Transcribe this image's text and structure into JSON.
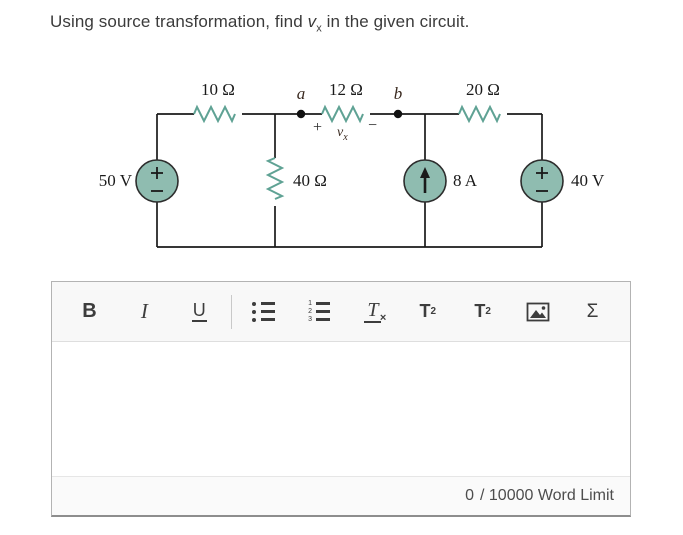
{
  "question": {
    "prefix": "Using source transformation, find ",
    "var_symbol": "v",
    "var_subscript": "x",
    "suffix": " in the given circuit."
  },
  "circuit": {
    "labels": {
      "r1": "10 Ω",
      "node_a": "a",
      "r2": "12 Ω",
      "node_b": "b",
      "r3": "20 Ω",
      "r4": "40 Ω",
      "vs_left": "50 V",
      "is_mid": "8 A",
      "vs_right": "40 V",
      "vx_plus": "+",
      "vx_symbol": "v",
      "vx_subscript": "x",
      "vx_minus": "−"
    },
    "colors": {
      "component": "#5fa294",
      "source_fill": "#8fbcb0",
      "wire": "#1a1a1a"
    }
  },
  "editor": {
    "toolbar": {
      "bold": "B",
      "italic": "I",
      "underline": "U",
      "numbered_digits": [
        "1",
        "2",
        "3"
      ],
      "clear_base": "T",
      "clear_x": "×",
      "sup_base": "T",
      "sup_mark": "2",
      "sub_base": "T",
      "sub_mark": "2",
      "sigma": "Σ"
    },
    "body_text": "",
    "footer": {
      "word_count": "0",
      "limit_label": "/ 10000 Word Limit"
    }
  }
}
